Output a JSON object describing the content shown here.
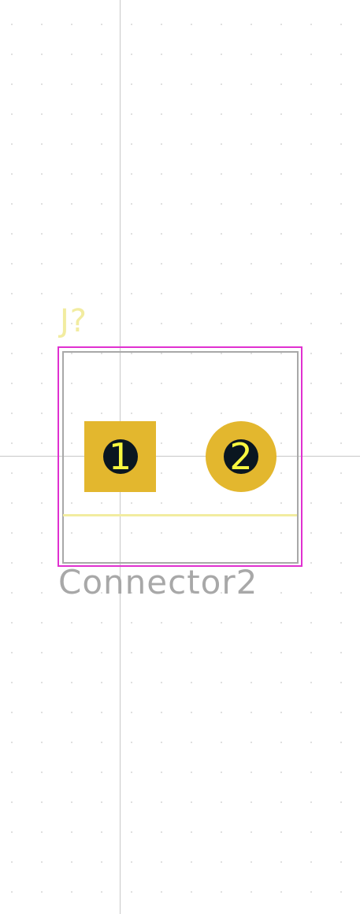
{
  "footprint": {
    "reference": "J?",
    "value": "Connector2"
  },
  "pads": [
    {
      "number": "1",
      "shape": "square"
    },
    {
      "number": "2",
      "shape": "circle"
    }
  ],
  "colors": {
    "background": "#ffffff",
    "grid_dot": "#c4c4c4",
    "crosshair": "#c8c8c8",
    "courtyard": "#e030d0",
    "fab_outline": "#a8a8a8",
    "silkscreen": "#f2eca0",
    "pad_copper": "#e3b72e",
    "drill_hole": "#0a1620",
    "pad_number": "#f8f840",
    "value_text": "#a8a8a8"
  }
}
